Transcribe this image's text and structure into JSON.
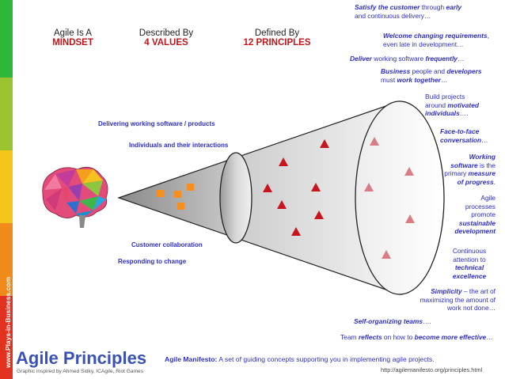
{
  "sidebar": {
    "text": "www.Plays-in-Business.com",
    "colors": [
      "#2eb83a",
      "#9bc431",
      "#f5c51a",
      "#f08a1a",
      "#e2321f"
    ]
  },
  "headers": [
    {
      "line1": "Agile Is A",
      "line2": "MINDSET"
    },
    {
      "line1": "Described By",
      "line2": "4 VALUES"
    },
    {
      "line1": "Defined By",
      "line2": "12 PRINCIPLES"
    }
  ],
  "values": [
    "Delivering working software / products",
    "Individuals and their interactions",
    "Customer collaboration",
    "Responding to change"
  ],
  "principles": {
    "p1a": "Satisfy the customer",
    "p1b": " through ",
    "p1c": "early",
    "p1d": "and continuous delivery…",
    "p2a": "Welcome changing requirements",
    "p2b": ",",
    "p2c": "even late in development…",
    "p3a": "Deliver",
    "p3b": " working software ",
    "p3c": "frequently",
    "p3d": "…",
    "p4a": "Business",
    "p4b": " people and ",
    "p4c": "developers",
    "p4d": "must ",
    "p4e": "work together",
    "p4f": "…",
    "p5a": "Build projects",
    "p5b": "around ",
    "p5c": "motivated",
    "p5d": "individuals",
    "p5e": "….",
    "p6a": "Face-to-face",
    "p6b": "conversation",
    "p6c": "…",
    "p7a": "Working",
    "p7b": "software",
    "p7c": " is the",
    "p7d": "primary ",
    "p7e": "measure",
    "p7f": "of progress",
    "p7g": ".",
    "p8a": "Agile",
    "p8b": "processes",
    "p8c": "promote",
    "p8d": "sustainable",
    "p8e": "development",
    "p9a": "Continuous",
    "p9b": "attention to",
    "p9c": "technical",
    "p9d": "excellence",
    "p10a": "Simplicity",
    "p10b": " – the art of",
    "p10c": "maximizing the amount of",
    "p10d": "work not done…",
    "p11a": "Self-organizing teams",
    "p11b": "….",
    "p12a": "Team ",
    "p12b": "reflects",
    "p12c": " on how to ",
    "p12d": "become more effective",
    "p12e": "…"
  },
  "footer": {
    "title": "Agile Principles",
    "credit": "Graphic inspired by Ahmed Sidky, ICAgile, Riot Games",
    "manifesto_label": "Agile Manifesto:",
    "manifesto_text": " A set of guiding concepts supporting you in implementing agile projects.",
    "url": "http://agilemanifesto.org/principles.html"
  },
  "colors": {
    "value_square": "#f5901e",
    "principle_triangle": "#c8141c",
    "principle_triangle_faded": "#d77d83",
    "text_blue": "#2c2ec8",
    "header_red": "#c0161b"
  },
  "icons": [
    "brain-icon"
  ]
}
